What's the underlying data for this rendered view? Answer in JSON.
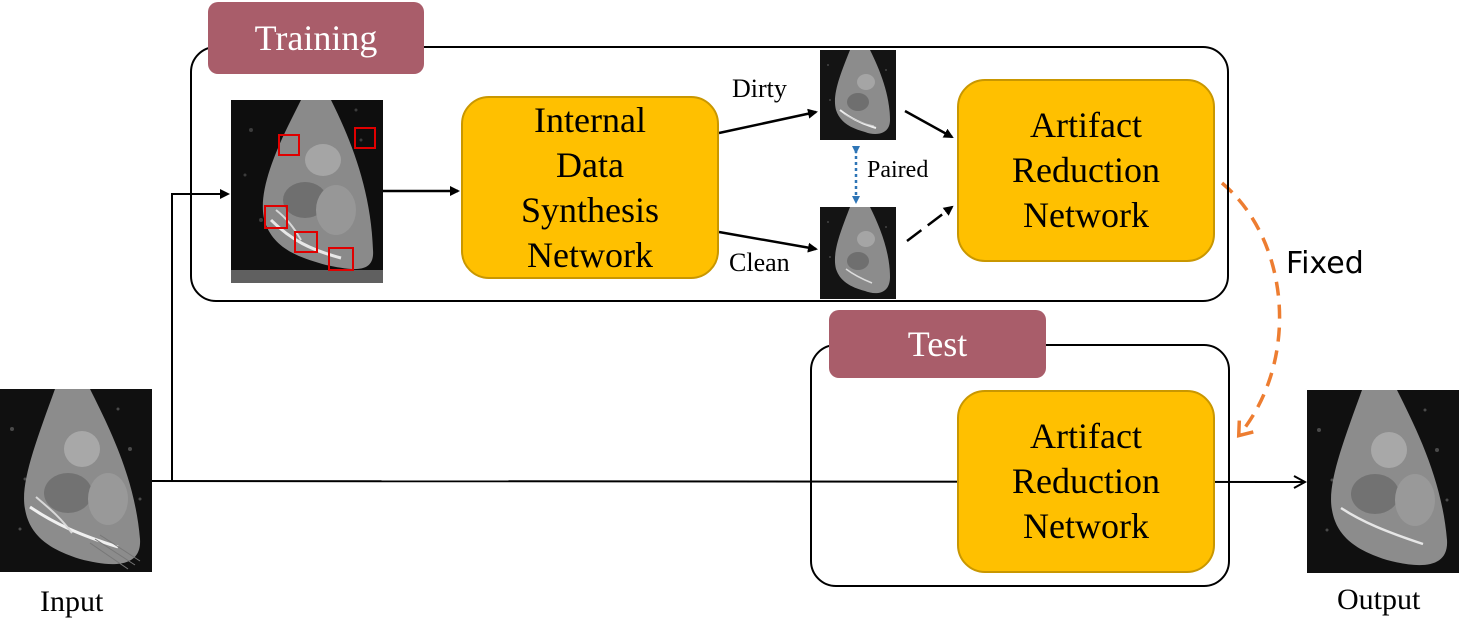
{
  "training": {
    "label": "Training"
  },
  "test": {
    "label": "Test"
  },
  "synthesis_network": {
    "lines": [
      "Internal",
      "Data",
      "Synthesis",
      "Network"
    ]
  },
  "reduction_network_train": {
    "lines": [
      "Artifact",
      "Reduction",
      "Network"
    ]
  },
  "reduction_network_test": {
    "lines": [
      "Artifact",
      "Reduction",
      "Network"
    ]
  },
  "labels": {
    "dirty": "Dirty",
    "clean": "Clean",
    "paired": "Paired",
    "fixed": "Fixed",
    "input": "Input",
    "output": "Output"
  },
  "colors": {
    "network_fill": "#ffc000",
    "tag_fill": "#a95d6a",
    "paired_arrow": "#2e75b6",
    "fixed_arrow": "#ed7d31",
    "patch_box": "#e00000"
  }
}
